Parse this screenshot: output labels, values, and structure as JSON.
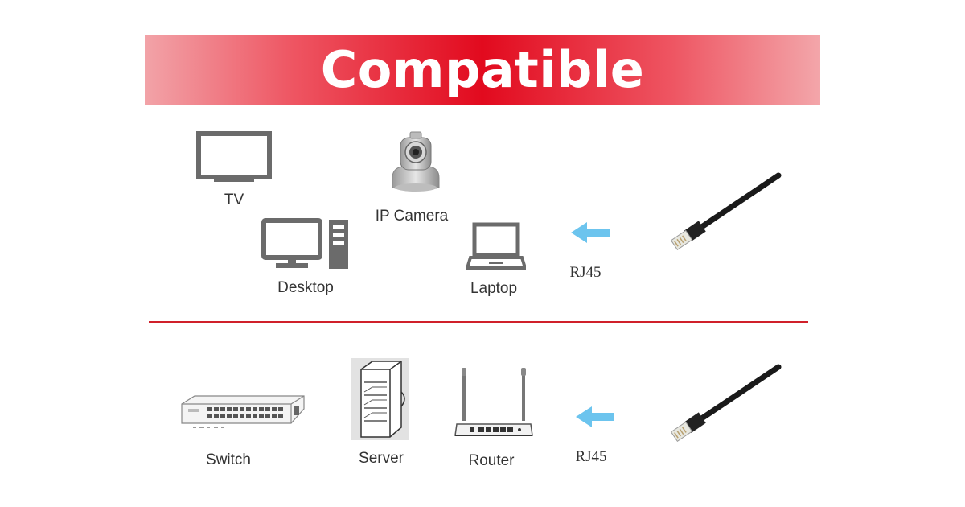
{
  "banner": {
    "title": "Compatible"
  },
  "top_group": {
    "devices": [
      "TV",
      "IP Camera",
      "Desktop",
      "Laptop"
    ],
    "connector_label": "RJ45"
  },
  "bottom_group": {
    "devices": [
      "Switch",
      "Server",
      "Router"
    ],
    "connector_label": "RJ45"
  },
  "colors": {
    "banner_red": "#e20a1e",
    "divider_red": "#d0202a",
    "arrow_blue": "#6cc4ee",
    "icon_gray": "#6b6b6b",
    "cable_black": "#1a1a1a"
  }
}
